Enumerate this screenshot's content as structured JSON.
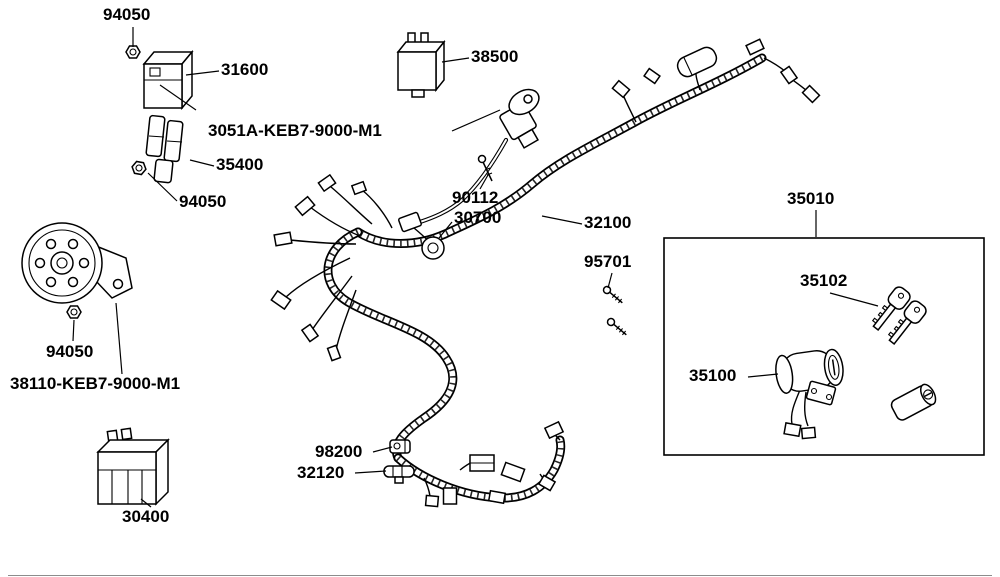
{
  "colors": {
    "background": "#ffffff",
    "ink": "#000000"
  },
  "diagram_type": "exploded-parts-diagram-wire-harness",
  "labels": [
    {
      "part": "94050",
      "text": "94050"
    },
    {
      "part": "31600",
      "text": "31600"
    },
    {
      "part": "3051A-KEB7-9000-M1",
      "text": "3051A-KEB7-9000-M1"
    },
    {
      "part": "35400",
      "text": "35400"
    },
    {
      "part": "94050",
      "text": "94050"
    },
    {
      "part": "38500",
      "text": "38500"
    },
    {
      "part": "90112",
      "text": "90112"
    },
    {
      "part": "30700",
      "text": "30700"
    },
    {
      "part": "32100",
      "text": "32100"
    },
    {
      "part": "35010",
      "text": "35010"
    },
    {
      "part": "95701",
      "text": "95701"
    },
    {
      "part": "35102",
      "text": "35102"
    },
    {
      "part": "35100",
      "text": "35100"
    },
    {
      "part": "94050",
      "text": "94050"
    },
    {
      "part": "38110-KEB7-9000-M1",
      "text": "38110-KEB7-9000-M1"
    },
    {
      "part": "30400",
      "text": "30400"
    },
    {
      "part": "98200",
      "text": "98200"
    },
    {
      "part": "32120",
      "text": "32120"
    }
  ]
}
